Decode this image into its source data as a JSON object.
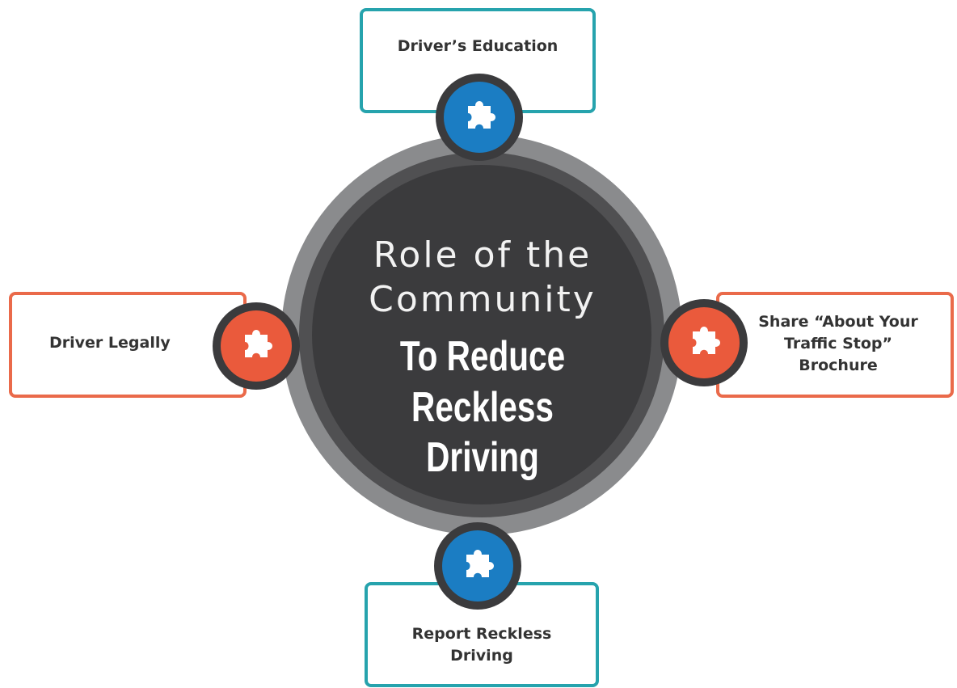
{
  "hub": {
    "line1": "Role of the",
    "line2": "Community",
    "line3": "To Reduce",
    "line4": "Reckless Driving"
  },
  "nodes": {
    "top": {
      "label": "Driver’s Education",
      "color": "#26a3ad",
      "icon": "puzzle-piece-icon",
      "badge_color": "#1b7dc3"
    },
    "left": {
      "label": "Driver Legally",
      "color": "#ea6a4a",
      "icon": "puzzle-piece-icon",
      "badge_color": "#ea5a3c"
    },
    "right": {
      "label": "Share “About Your\nTraffic Stop”\nBrochure",
      "color": "#ea6a4a",
      "icon": "puzzle-piece-icon",
      "badge_color": "#ea5a3c"
    },
    "bottom": {
      "label": "Report Reckless\nDriving",
      "color": "#26a3ad",
      "icon": "puzzle-piece-icon",
      "badge_color": "#1b7dc3"
    }
  },
  "colors": {
    "hub_outer_ring": "#8a8b8d",
    "hub_inner_ring": "#505052",
    "hub_fill": "#3b3b3d",
    "badge_ring": "#3b3b3d"
  }
}
